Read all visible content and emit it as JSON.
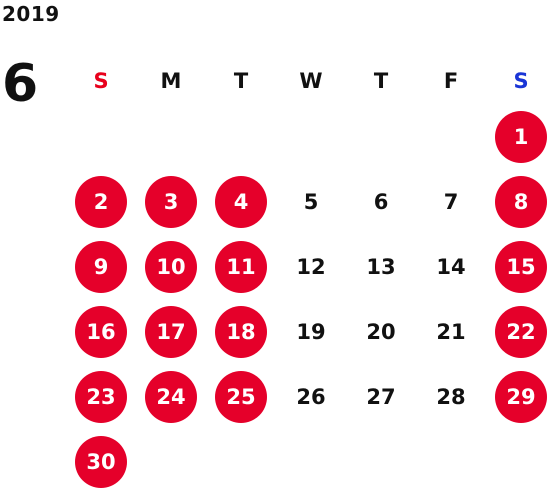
{
  "year": "2019",
  "month": "6",
  "colors": {
    "highlight": "#e5002a",
    "sunday_header": "#e8001c",
    "saturday_header": "#1a35d6",
    "text": "#111111"
  },
  "weekdays": [
    "S",
    "M",
    "T",
    "W",
    "T",
    "F",
    "S"
  ],
  "weeks": [
    [
      null,
      null,
      null,
      null,
      null,
      null,
      {
        "day": "1",
        "highlight": true
      }
    ],
    [
      {
        "day": "2",
        "highlight": true
      },
      {
        "day": "3",
        "highlight": true
      },
      {
        "day": "4",
        "highlight": true
      },
      {
        "day": "5",
        "highlight": false
      },
      {
        "day": "6",
        "highlight": false
      },
      {
        "day": "7",
        "highlight": false
      },
      {
        "day": "8",
        "highlight": true
      }
    ],
    [
      {
        "day": "9",
        "highlight": true
      },
      {
        "day": "10",
        "highlight": true
      },
      {
        "day": "11",
        "highlight": true
      },
      {
        "day": "12",
        "highlight": false
      },
      {
        "day": "13",
        "highlight": false
      },
      {
        "day": "14",
        "highlight": false
      },
      {
        "day": "15",
        "highlight": true
      }
    ],
    [
      {
        "day": "16",
        "highlight": true
      },
      {
        "day": "17",
        "highlight": true
      },
      {
        "day": "18",
        "highlight": true
      },
      {
        "day": "19",
        "highlight": false
      },
      {
        "day": "20",
        "highlight": false
      },
      {
        "day": "21",
        "highlight": false
      },
      {
        "day": "22",
        "highlight": true
      }
    ],
    [
      {
        "day": "23",
        "highlight": true
      },
      {
        "day": "24",
        "highlight": true
      },
      {
        "day": "25",
        "highlight": true
      },
      {
        "day": "26",
        "highlight": false
      },
      {
        "day": "27",
        "highlight": false
      },
      {
        "day": "28",
        "highlight": false
      },
      {
        "day": "29",
        "highlight": true
      }
    ],
    [
      {
        "day": "30",
        "highlight": true
      },
      null,
      null,
      null,
      null,
      null,
      null
    ]
  ]
}
